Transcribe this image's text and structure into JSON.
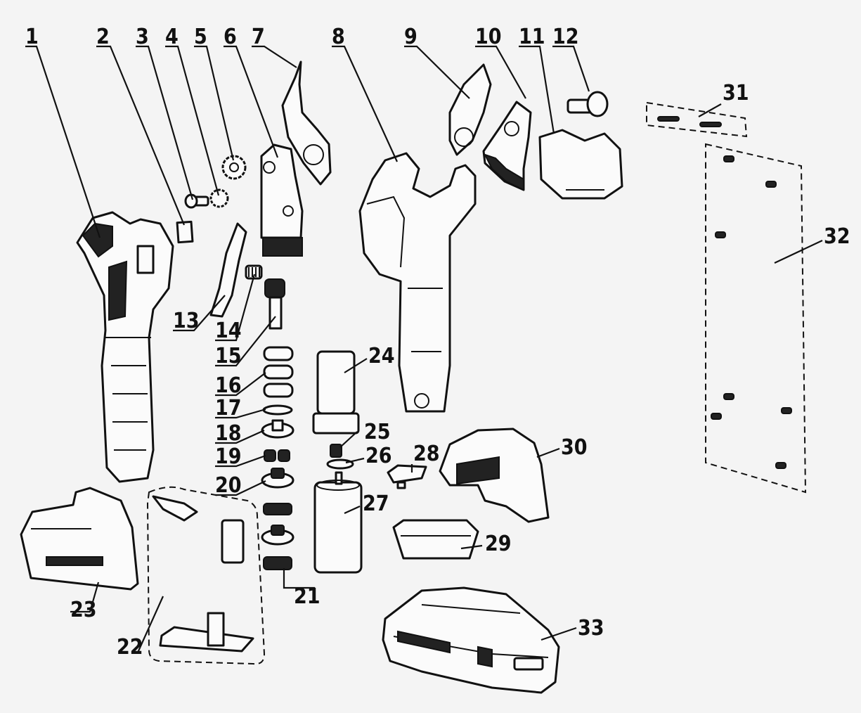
{
  "part_numbers": [
    "1",
    "2",
    "3",
    "4",
    "5",
    "6",
    "7",
    "8",
    "9",
    "10",
    "11",
    "12",
    "13",
    "14",
    "15",
    "16",
    "17",
    "18",
    "19",
    "20",
    "21",
    "22",
    "23",
    "24",
    "25",
    "26",
    "27",
    "28",
    "29",
    "30",
    "31",
    "32",
    "33"
  ]
}
